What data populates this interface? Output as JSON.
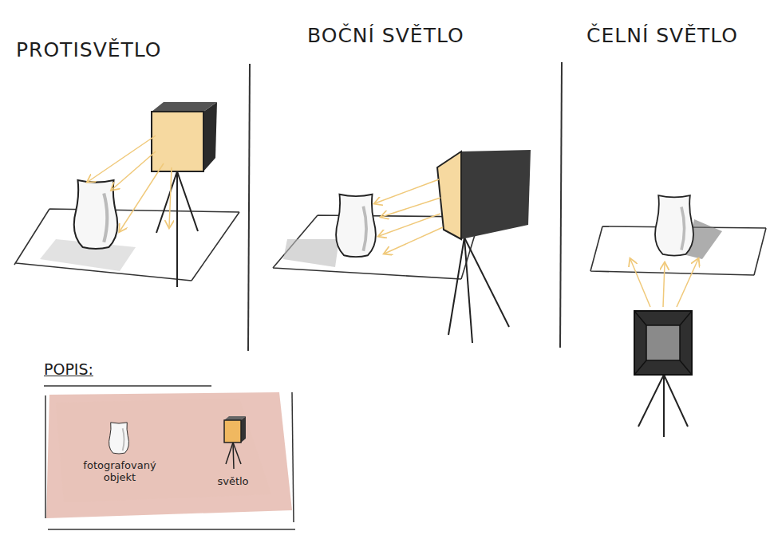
{
  "diagram": {
    "labels": [
      "PROTISVĚTLO",
      "BOČNÍ SVĚTLO",
      "ČELNÍ SVĚTLO",
      "POPIS:"
    ],
    "legend": [
      {
        "text": "fotografovaný objekt"
      },
      {
        "text": "světlo"
      }
    ]
  }
}
